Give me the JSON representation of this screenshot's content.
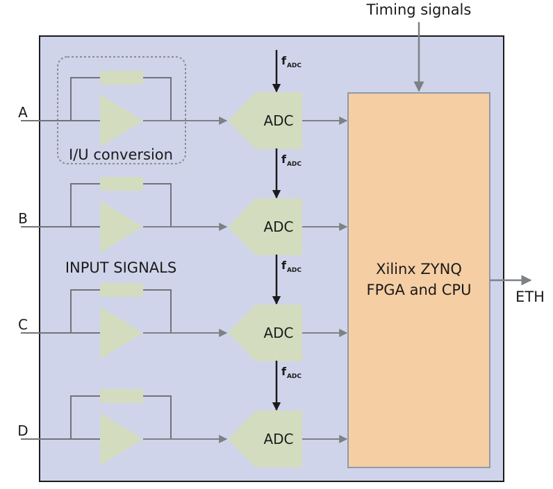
{
  "diagram": {
    "timing_label": "Timing signals",
    "input_signals_label": "INPUT SIGNALS",
    "iu_conversion_label": "I/U conversion",
    "fpga_line1": "Xilinx ZYNQ",
    "fpga_line2": "FPGA and CPU",
    "eth_label": "ETH",
    "adc_label": "ADC",
    "clock_label_main": "f",
    "clock_label_sub": "ADC",
    "channels": [
      {
        "label": "A"
      },
      {
        "label": "B"
      },
      {
        "label": "C"
      },
      {
        "label": "D"
      }
    ],
    "colors": {
      "background": "#cfd4ea",
      "component": "#d4dcbf",
      "fpga": "#f6cea4",
      "line": "#6f7477",
      "arrow": "#7d8184",
      "black": "#1a1a1a"
    }
  }
}
